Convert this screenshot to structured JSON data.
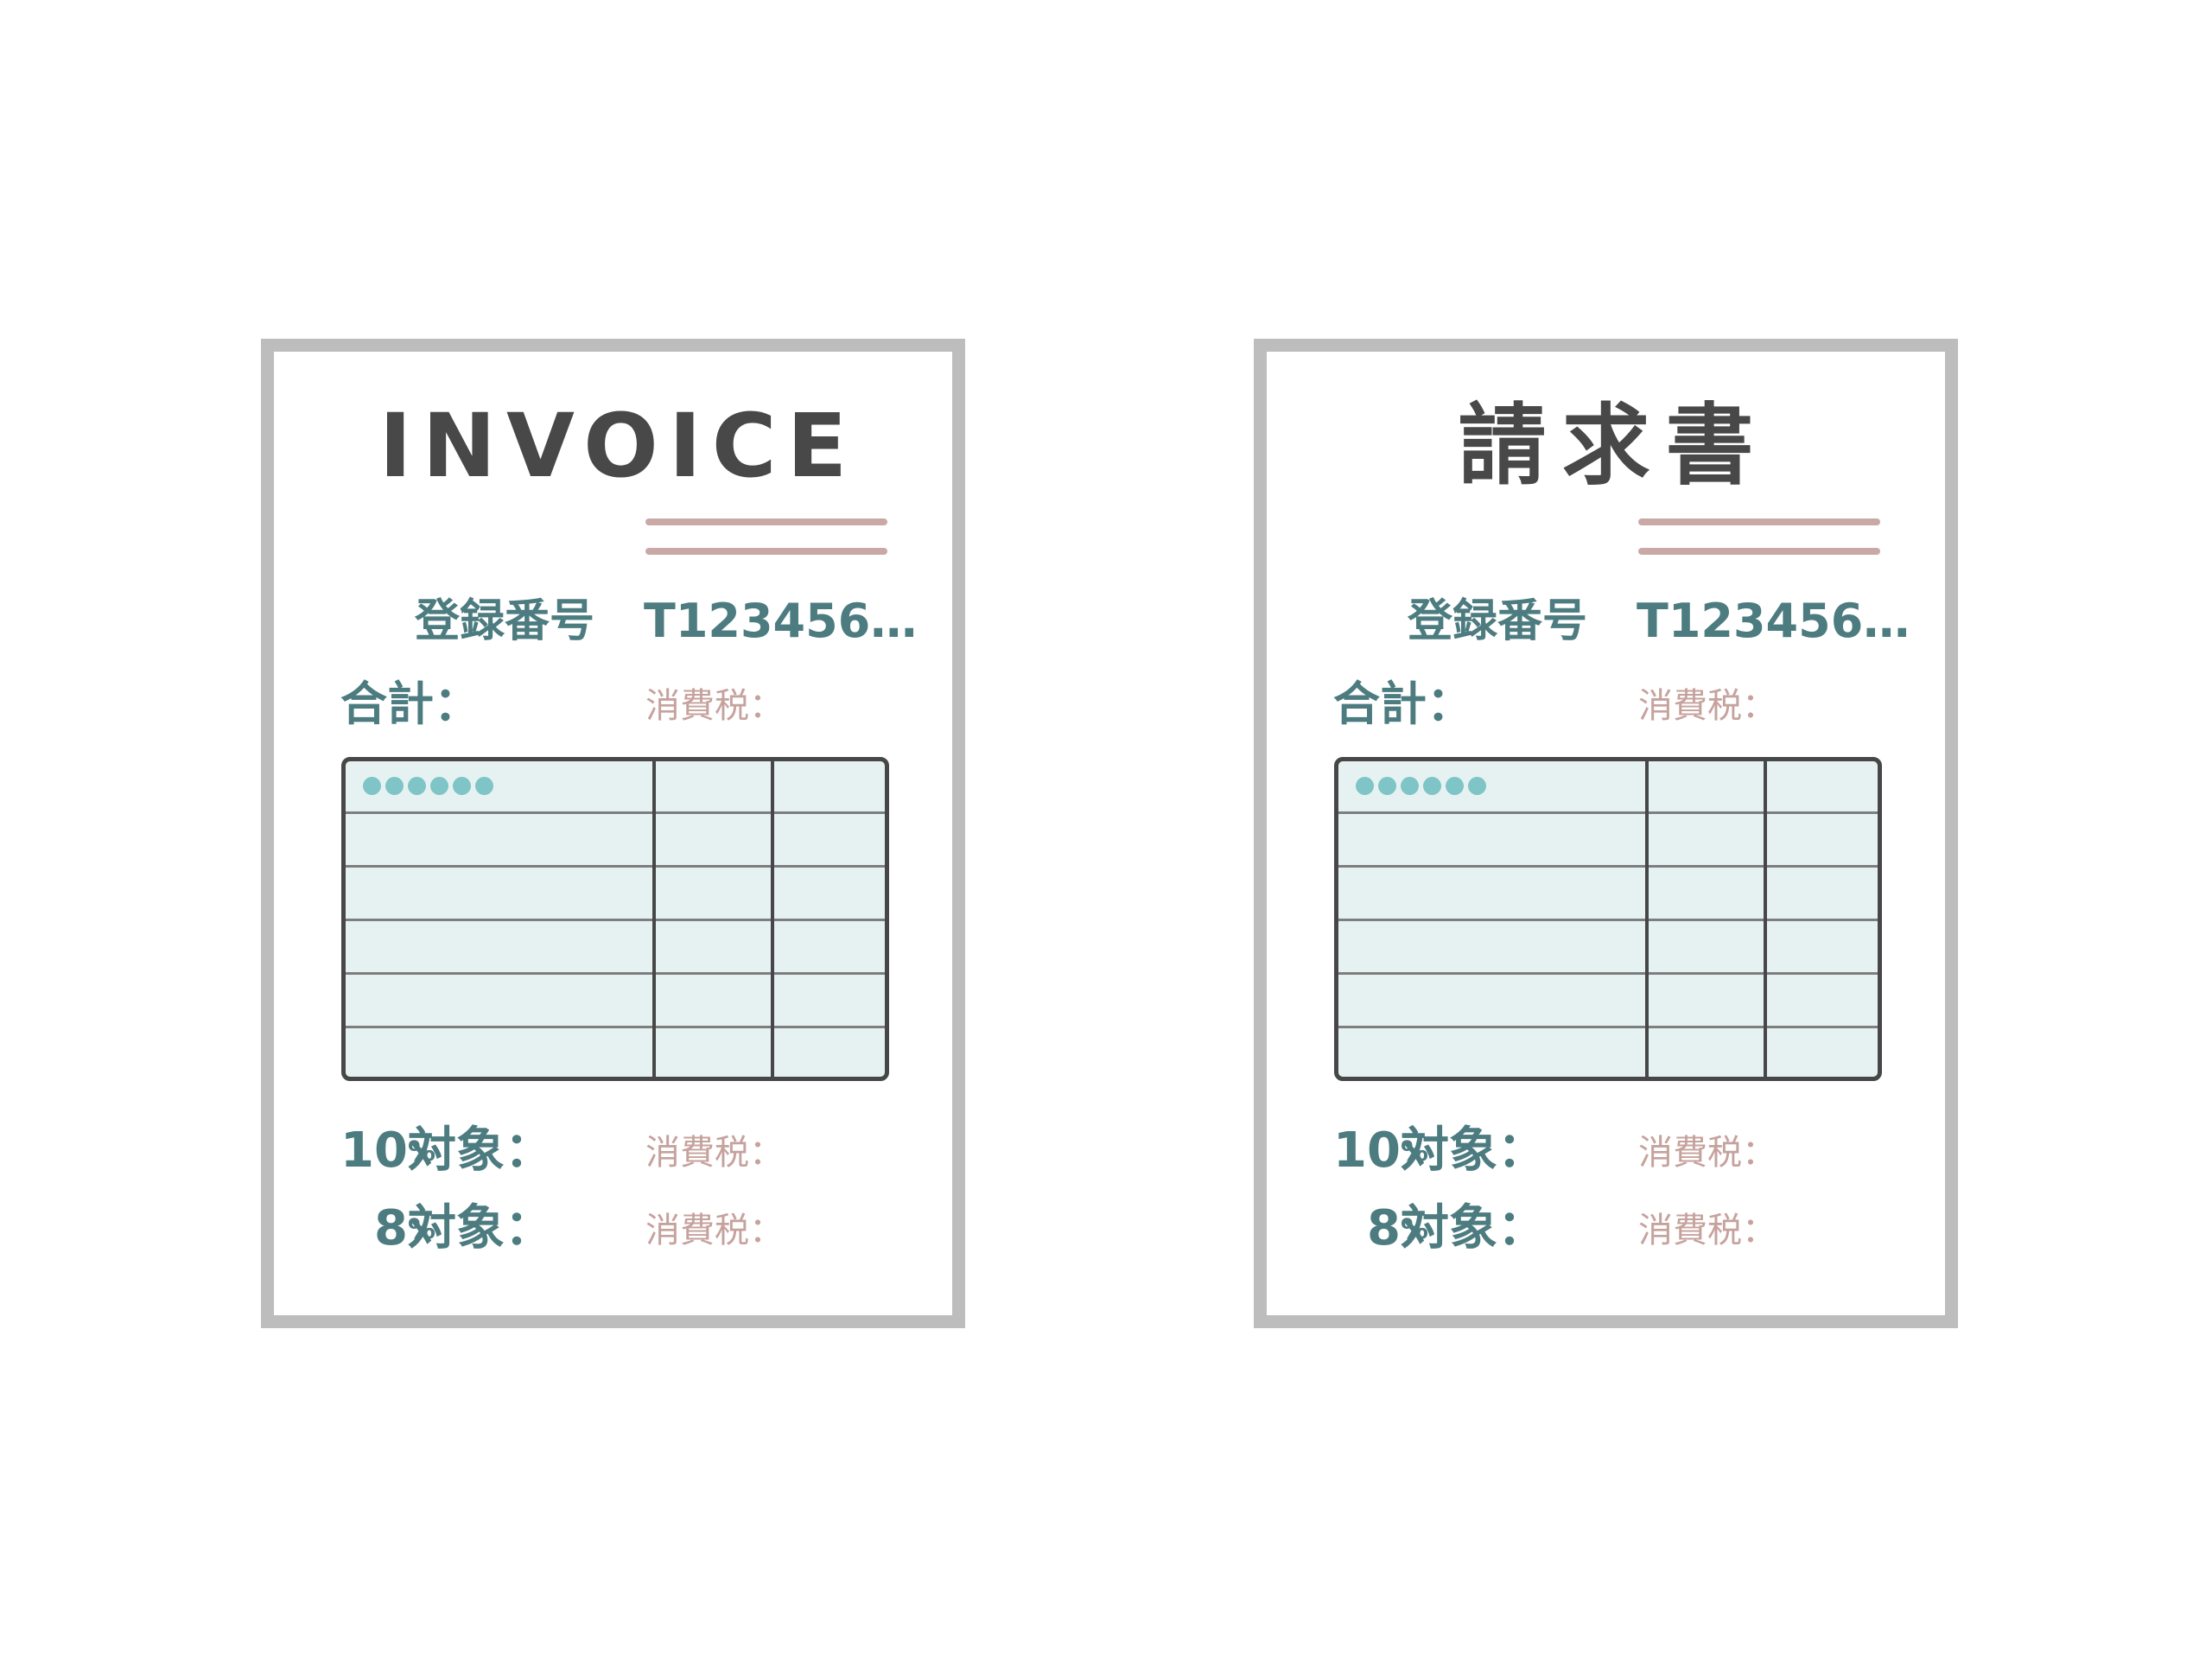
{
  "colors": {
    "border_gray": "#bdbdbd",
    "title_dark": "#484848",
    "teal_text": "#4d7c80",
    "pink_text": "#c6a29d",
    "rule_pink": "#c9a9a6",
    "table_fill": "#e6f2f2",
    "dot_teal": "#7fc4c6"
  },
  "documents": [
    {
      "title": "INVOICE",
      "registration_label": "登録番号",
      "registration_value": "T123456…",
      "total_label": "合計：",
      "tax_label": "消費税：",
      "table": {
        "rows": 6,
        "columns": 3,
        "header_dots": 6
      },
      "target10_number": "10",
      "target10_percent": "%",
      "target10_suffix": "対象：",
      "tax10_label": "消費税：",
      "target8_number": "8",
      "target8_percent": "%",
      "target8_suffix": "対象：",
      "tax8_label": "消費税："
    },
    {
      "title": "請求書",
      "registration_label": "登録番号",
      "registration_value": "T123456…",
      "total_label": "合計：",
      "tax_label": "消費税：",
      "table": {
        "rows": 6,
        "columns": 3,
        "header_dots": 6
      },
      "target10_number": "10",
      "target10_percent": "%",
      "target10_suffix": "対象：",
      "tax10_label": "消費税：",
      "target8_number": "8",
      "target8_percent": "%",
      "target8_suffix": "対象：",
      "tax8_label": "消費税："
    }
  ]
}
